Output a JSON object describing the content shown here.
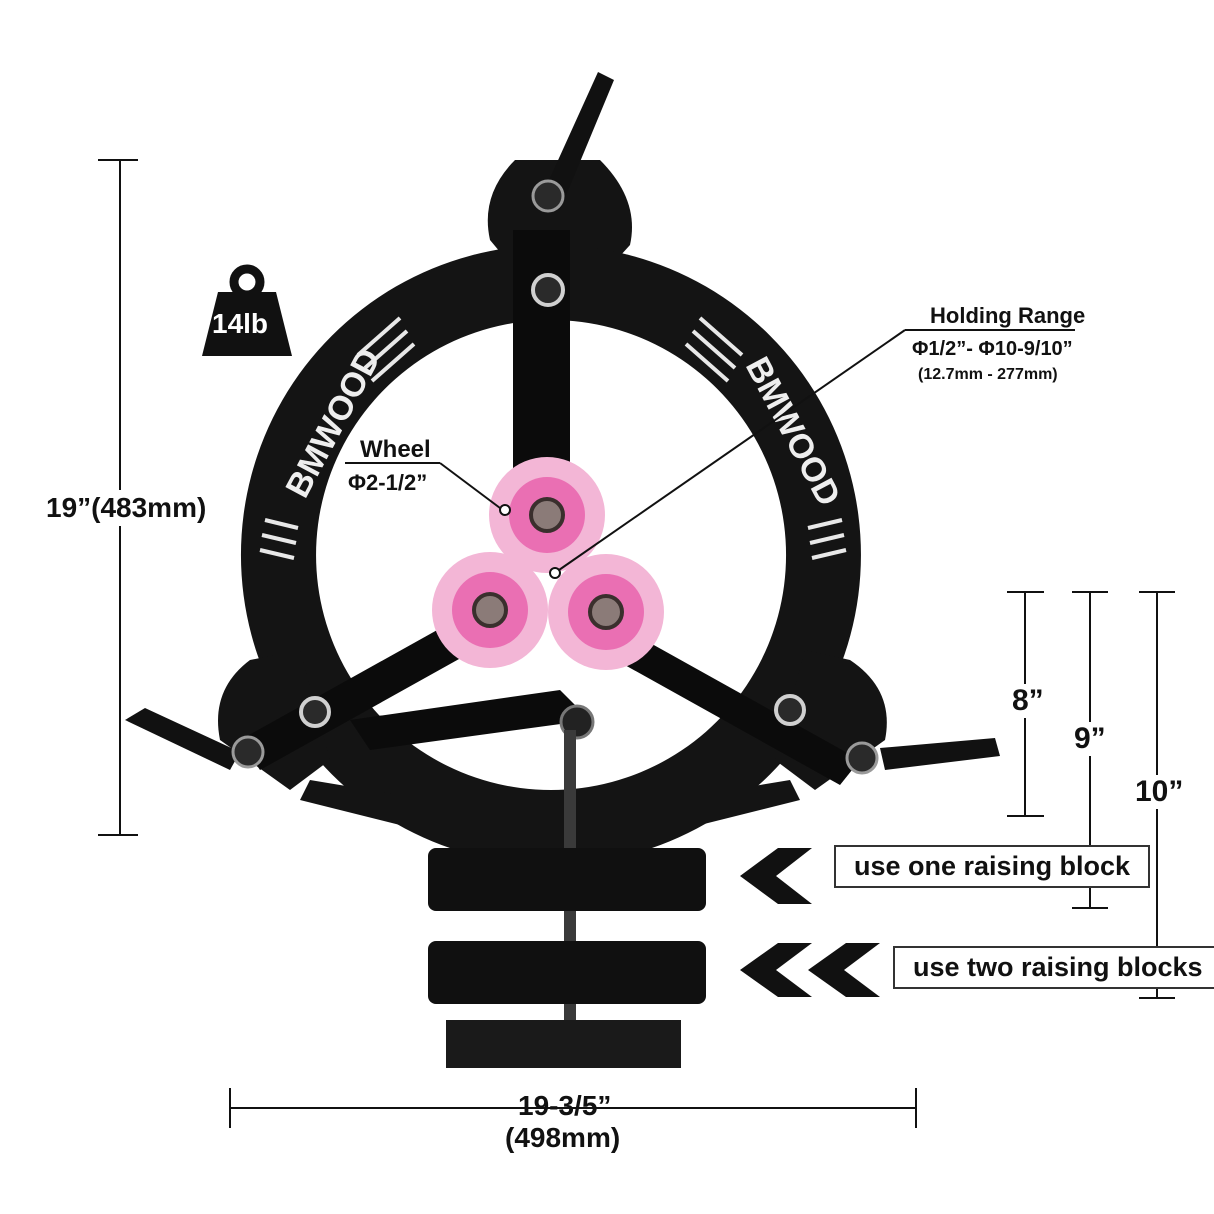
{
  "product": {
    "brand": "BMWOOD",
    "weight": "14lb"
  },
  "dimensions": {
    "height": "19”(483mm)",
    "width_line1": "19-3/5”",
    "width_line2": "(498mm)",
    "height_8": "8”",
    "height_9": "9”",
    "height_10": "10”"
  },
  "wheel": {
    "title": "Wheel",
    "size": "Φ2-1/2”"
  },
  "holding_range": {
    "title": "Holding Range",
    "imperial": "Φ1/2”- Φ10-9/10”",
    "metric": "(12.7mm - 277mm)"
  },
  "raising_blocks": {
    "one": "use one raising block",
    "two": "use two raising blocks"
  },
  "colors": {
    "frame": "#141414",
    "wheel_pink": "#f3a6cf",
    "wheel_core": "#e85aa6",
    "text": "#111111"
  }
}
